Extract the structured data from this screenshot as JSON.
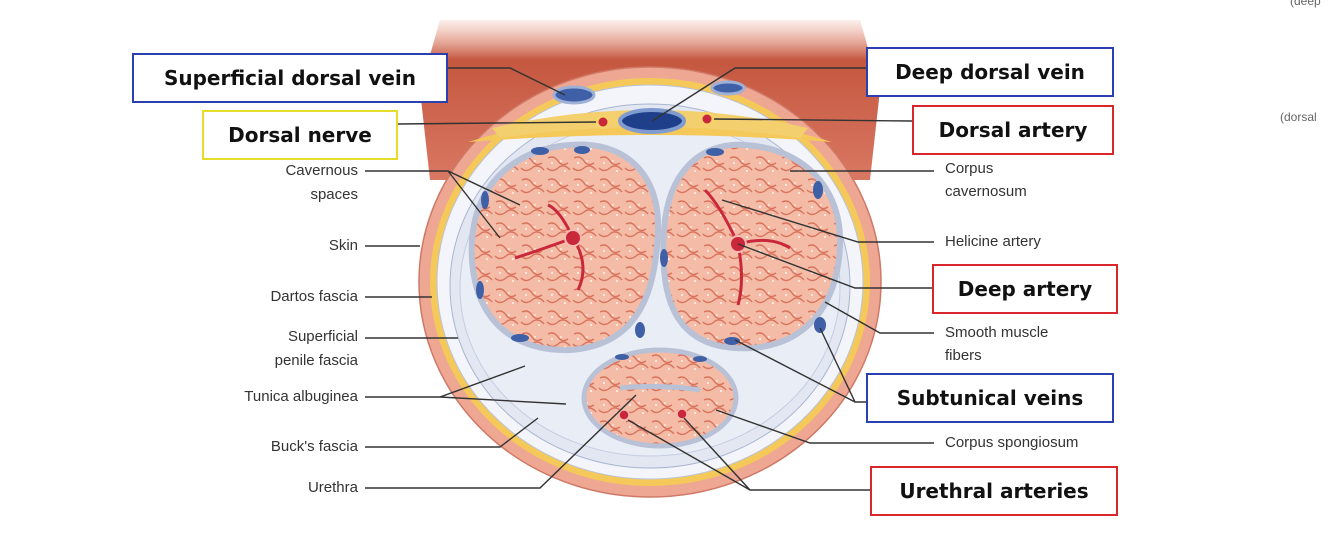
{
  "colors": {
    "box_blue": "#2a3fb0",
    "box_red": "#d9262b",
    "box_yellow": "#e6dc2a",
    "skin": "#e8a38c",
    "dartos": "#f2c24e",
    "albuginea": "#e4e9f4",
    "tissue": "#f3b8a3",
    "artery": "#c8283a",
    "vein": "#3f5fa6"
  },
  "boxed_labels": {
    "superficial_dorsal_vein": "Superficial dorsal vein",
    "deep_dorsal_vein": "Deep dorsal vein",
    "dorsal_nerve": "Dorsal nerve",
    "dorsal_artery": "Dorsal artery",
    "deep_artery": "Deep artery",
    "subtunical_veins": "Subtunical veins",
    "urethral_arteries": "Urethral arteries"
  },
  "left_labels": {
    "cavernous_spaces_1": "Cavernous",
    "cavernous_spaces_2": "spaces",
    "skin": "Skin",
    "dartos_fascia": "Dartos fascia",
    "superficial_penile_fascia_1": "Superficial",
    "superficial_penile_fascia_2": "penile fascia",
    "tunica_albuginea": "Tunica albuginea",
    "bucks_fascia": "Buck's fascia",
    "urethra": "Urethra"
  },
  "right_labels": {
    "corpus_cavernosum_1": "Corpus",
    "corpus_cavernosum_2": "cavernosum",
    "helicine_artery": "Helicine artery",
    "smooth_muscle_1": "Smooth muscle",
    "smooth_muscle_2": "fibers",
    "corpus_spongiosum": "Corpus spongiosum"
  },
  "edge_text": {
    "top": "(deep",
    "dorsal": "(dorsal"
  }
}
